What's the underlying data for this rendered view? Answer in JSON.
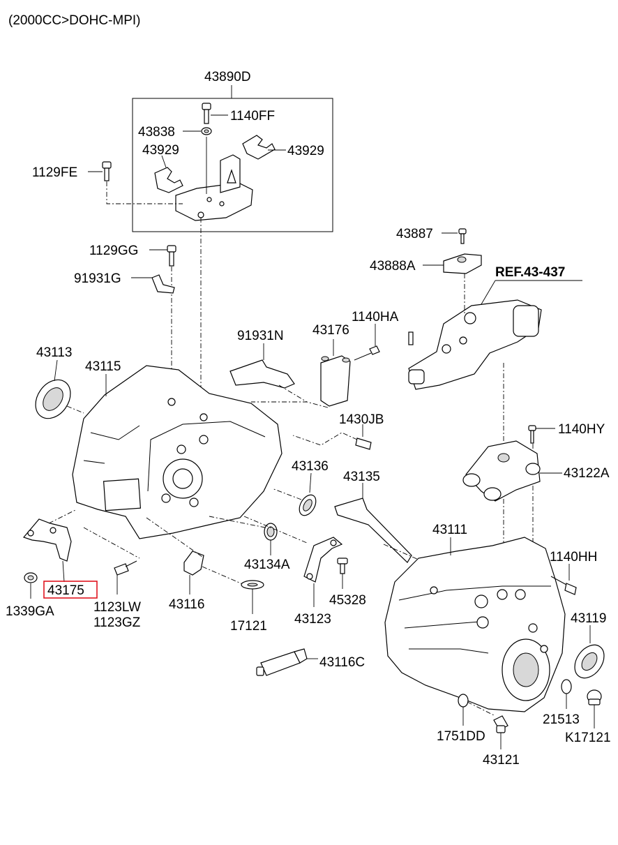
{
  "header": {
    "engine_spec": "(2000CC>DOHC-MPI)"
  },
  "highlight_color": "#e0141e",
  "labels": {
    "p43890D": "43890D",
    "p1140FF": "1140FF",
    "p43838": "43838",
    "p43929a": "43929",
    "p43929b": "43929",
    "p1129FE": "1129FE",
    "p43887": "43887",
    "p43888A": "43888A",
    "ref": "REF.43-437",
    "p1129GG": "1129GG",
    "p91931G": "91931G",
    "p1140HA": "1140HA",
    "p91931N": "91931N",
    "p43176": "43176",
    "p43113": "43113",
    "p43115": "43115",
    "p1430JB": "1430JB",
    "p1140HY": "1140HY",
    "p43122A": "43122A",
    "p43136": "43136",
    "p43135": "43135",
    "p43111": "43111",
    "p1140HH": "1140HH",
    "p43134A": "43134A",
    "p43175": "43175",
    "p1339GA": "1339GA",
    "p1123LW": "1123LW",
    "p1123GZ": "1123GZ",
    "p43116": "43116",
    "p45328": "45328",
    "p43123": "43123",
    "p17121": "17121",
    "p43119": "43119",
    "p43116C": "43116C",
    "p21513": "21513",
    "p1751DD": "1751DD",
    "pK17121": "K17121",
    "p43121": "43121"
  }
}
